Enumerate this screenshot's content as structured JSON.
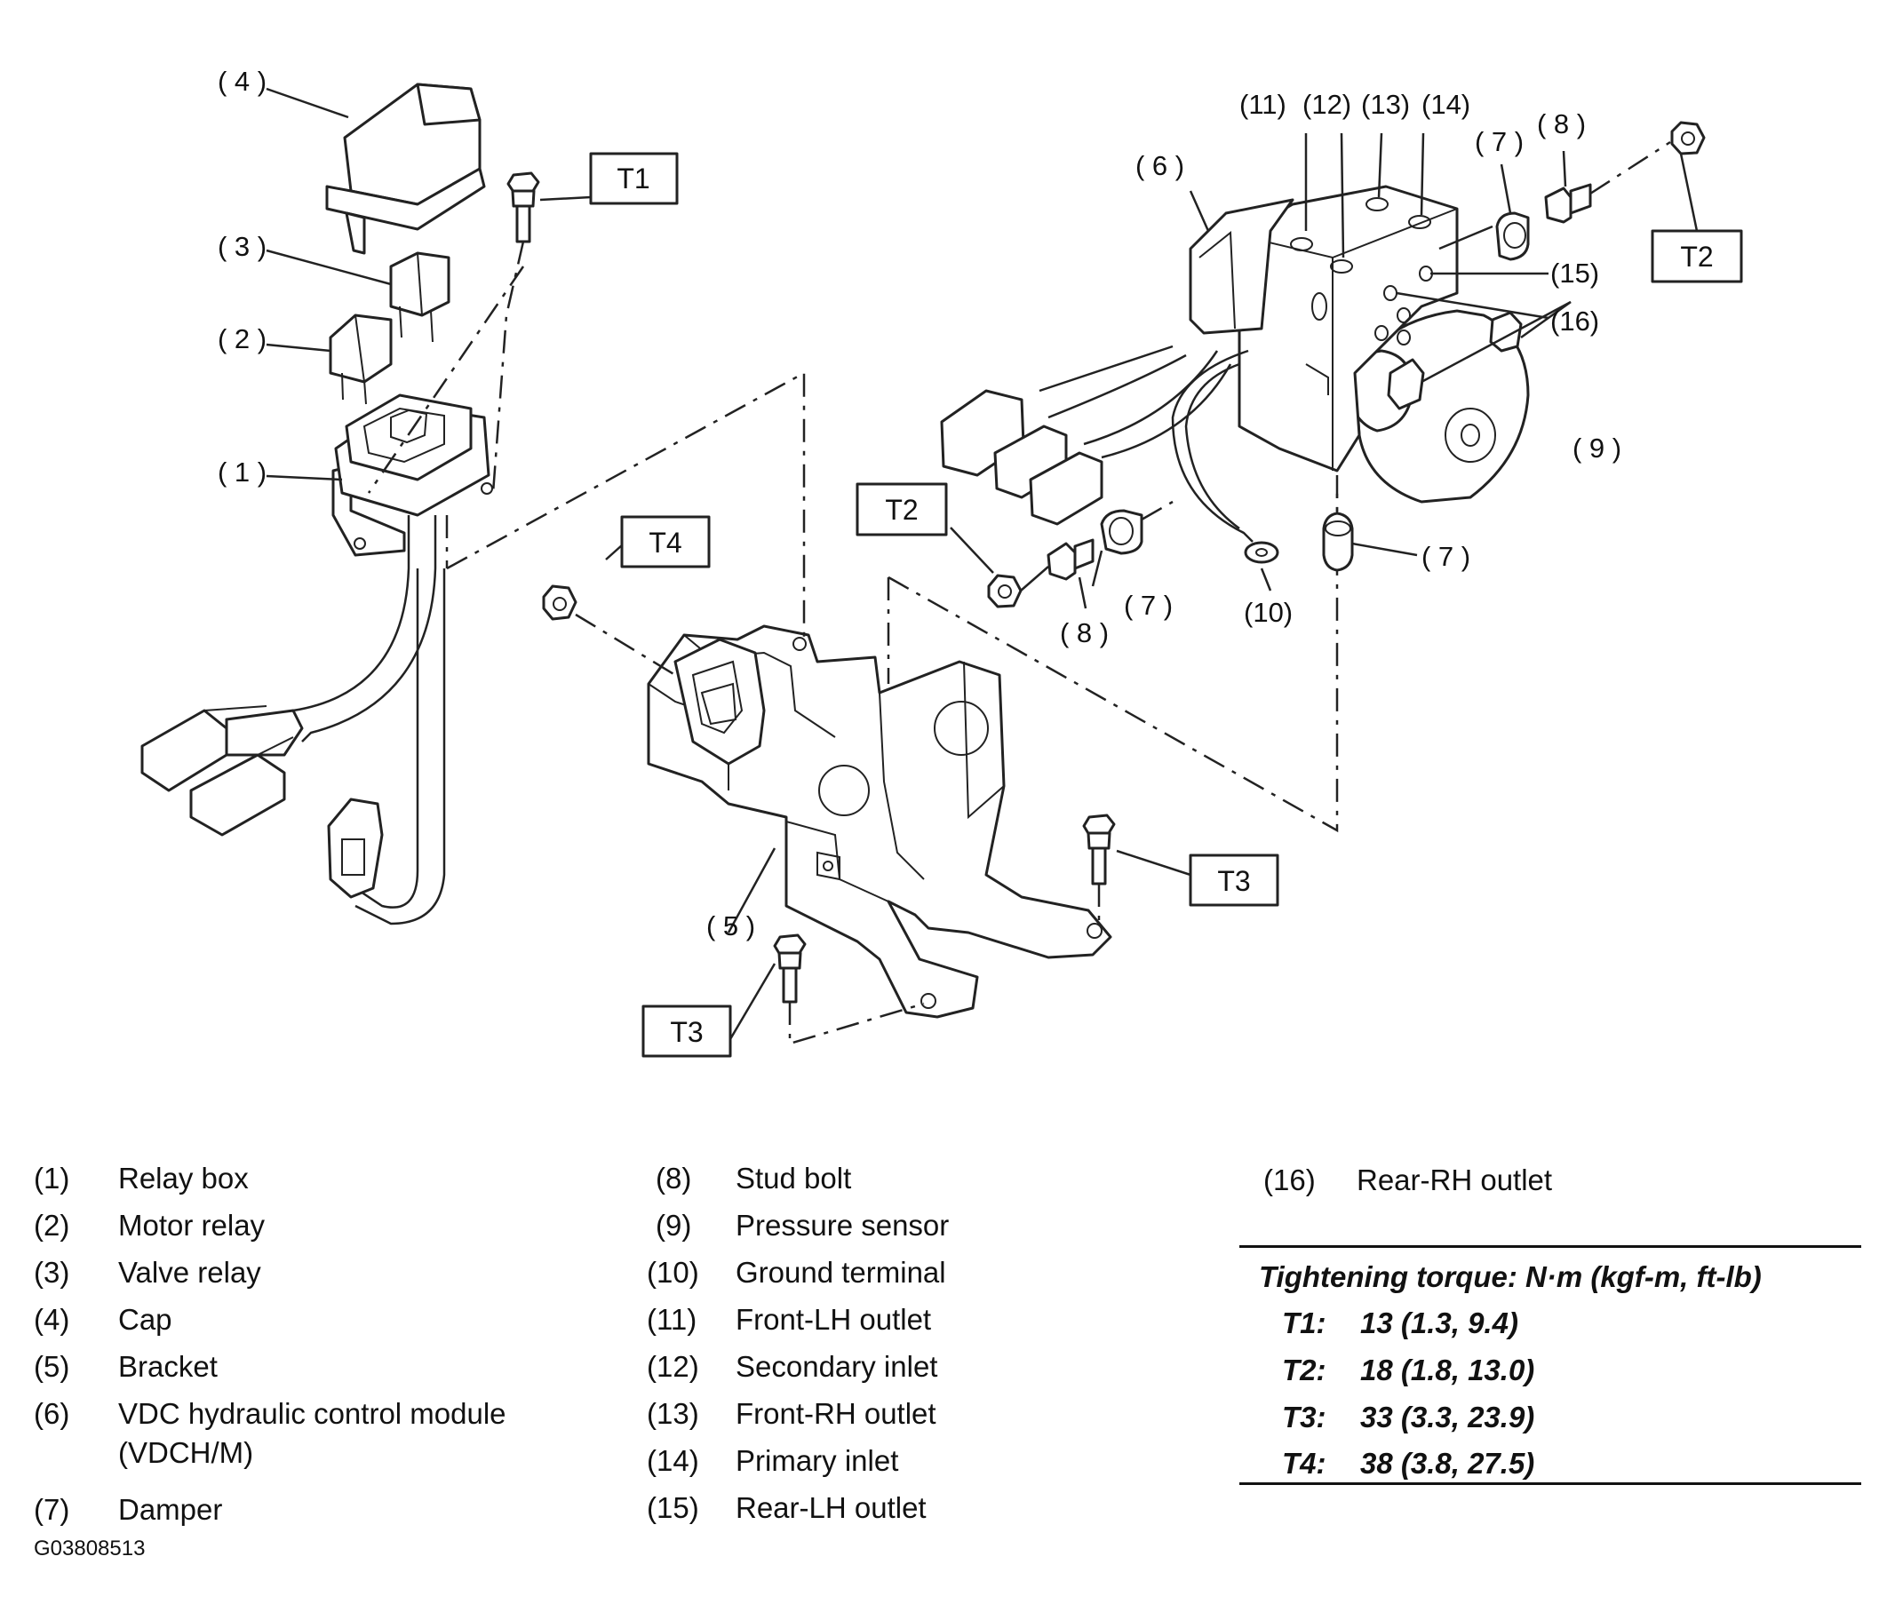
{
  "diagram": {
    "callouts": {
      "c1": "( 1 )",
      "c2": "( 2 )",
      "c3": "( 3 )",
      "c4": "( 4 )",
      "c5": "( 5 )",
      "c6": "( 6 )",
      "c7a": "( 7 )",
      "c7b": "( 7 )",
      "c7c": "( 7 )",
      "c8a": "( 8 )",
      "c8b": "( 8 )",
      "c9": "( 9 )",
      "c10": "(10)",
      "c11": "(11)",
      "c12": "(12)",
      "c13": "(13)",
      "c14": "(14)",
      "c15": "(15)",
      "c16": "(16)"
    },
    "torque_boxes": {
      "t1": "T1",
      "t2a": "T2",
      "t2b": "T2",
      "t3a": "T3",
      "t3b": "T3",
      "t4": "T4"
    }
  },
  "legend": {
    "col1": [
      {
        "num": "(1)",
        "text": "Relay box"
      },
      {
        "num": "(2)",
        "text": "Motor relay"
      },
      {
        "num": "(3)",
        "text": "Valve relay"
      },
      {
        "num": "(4)",
        "text": "Cap"
      },
      {
        "num": "(5)",
        "text": "Bracket"
      },
      {
        "num": "(6)",
        "text": "VDC hydraulic control module",
        "text2": "(VDCH/M)"
      },
      {
        "num": "(7)",
        "text": "Damper"
      }
    ],
    "col2": [
      {
        "num": "(8)",
        "text": "Stud bolt"
      },
      {
        "num": "(9)",
        "text": "Pressure sensor"
      },
      {
        "num": "(10)",
        "text": "Ground terminal"
      },
      {
        "num": "(11)",
        "text": "Front-LH outlet"
      },
      {
        "num": "(12)",
        "text": "Secondary inlet"
      },
      {
        "num": "(13)",
        "text": "Front-RH outlet"
      },
      {
        "num": "(14)",
        "text": "Primary inlet"
      },
      {
        "num": "(15)",
        "text": "Rear-LH outlet"
      }
    ],
    "col3": [
      {
        "num": "(16)",
        "text": "Rear-RH outlet"
      }
    ]
  },
  "torque": {
    "title": "Tightening torque: N·m (kgf-m, ft-lb)",
    "rows": [
      {
        "key": "T1:",
        "value": "13 (1.3, 9.4)"
      },
      {
        "key": "T2:",
        "value": "18 (1.8, 13.0)"
      },
      {
        "key": "T3:",
        "value": "33 (3.3, 23.9)"
      },
      {
        "key": "T4:",
        "value": "38 (3.8, 27.5)"
      }
    ]
  },
  "figure_id": "G03808513"
}
